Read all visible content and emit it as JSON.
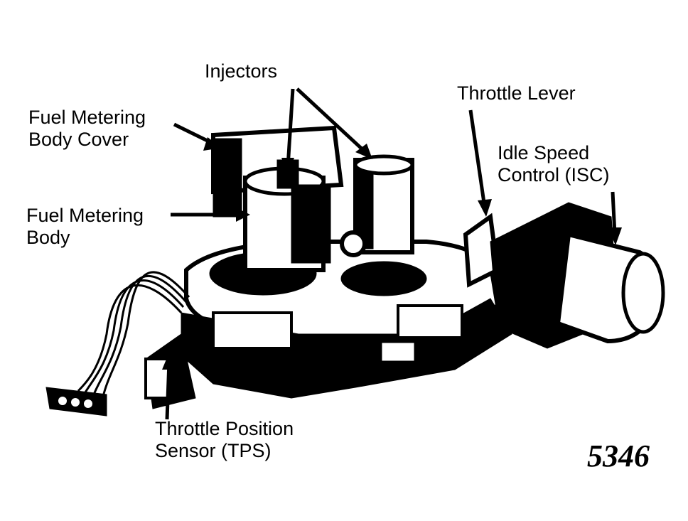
{
  "labels": {
    "injectors": [
      "Injectors"
    ],
    "fuel_metering_body_cover": [
      "Fuel Metering",
      "Body Cover"
    ],
    "fuel_metering_body": [
      "Fuel Metering",
      "Body"
    ],
    "throttle_lever": [
      "Throttle Lever"
    ],
    "idle_speed_control": [
      "Idle Speed",
      "Control (ISC)"
    ],
    "throttle_position_sensor": [
      "Throttle Position",
      "Sensor (TPS)"
    ]
  },
  "figure_number": "5346",
  "colors": {
    "ink": "#000000",
    "paper": "#ffffff"
  }
}
